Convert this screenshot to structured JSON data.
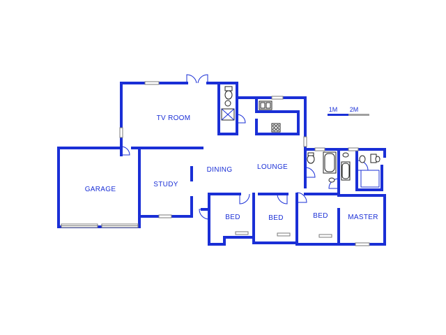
{
  "rooms": {
    "tv_room": "TV ROOM",
    "garage": "GARAGE",
    "study": "STUDY",
    "dining": "DINING",
    "lounge": "LOUNGE",
    "bed_1": "BED",
    "bed_2": "BED",
    "bed_3": "BED",
    "master": "MASTER"
  },
  "scale": {
    "mark_1": "1M",
    "mark_2": "2M"
  },
  "colors": {
    "wall": "#1a2fd6",
    "window": "#7a7a7a",
    "background": "#ffffff"
  }
}
